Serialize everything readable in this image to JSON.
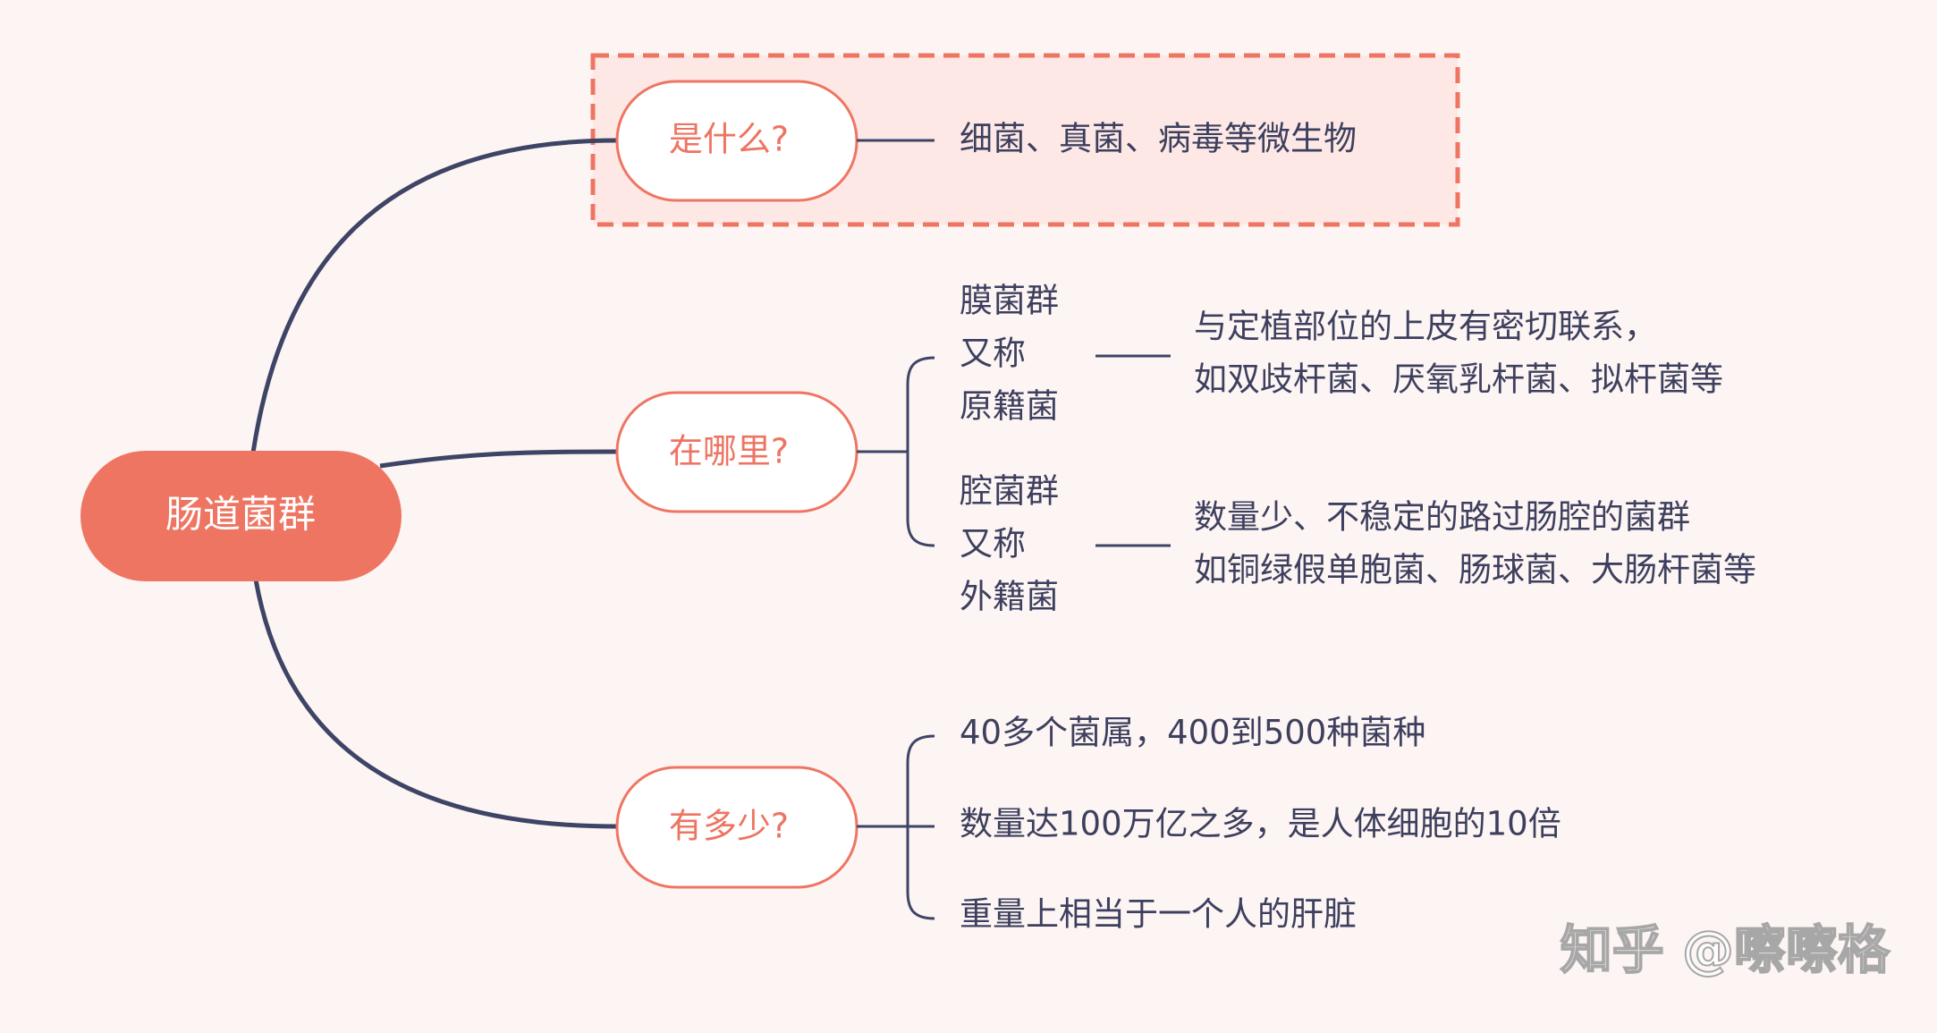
{
  "root": {
    "label": "肠道菌群"
  },
  "branches": [
    {
      "label": "是什么?",
      "highlighted": true,
      "items": [
        "细菌、真菌、病毒等微生物"
      ]
    },
    {
      "label": "在哪里?",
      "groups": [
        {
          "name_lines": [
            "膜菌群",
            "又称",
            "原籍菌"
          ],
          "desc_lines": [
            "与定植部位的上皮有密切联系，",
            "如双歧杆菌、厌氧乳杆菌、拟杆菌等"
          ]
        },
        {
          "name_lines": [
            "腔菌群",
            "又称",
            "外籍菌"
          ],
          "desc_lines": [
            "数量少、不稳定的路过肠腔的菌群",
            "如铜绿假单胞菌、肠球菌、大肠杆菌等"
          ]
        }
      ]
    },
    {
      "label": "有多少?",
      "items": [
        "40多个菌属，400到500种菌种",
        "数量达100万亿之多，是人体细胞的10倍",
        "重量上相当于一个人的肝脏"
      ]
    }
  ],
  "watermark": "知乎 @嚓嚓格",
  "colors": {
    "accent": "#ef7563",
    "line": "#3e4466",
    "background": "#fdf5f3",
    "highlight": "#fde8e5"
  }
}
